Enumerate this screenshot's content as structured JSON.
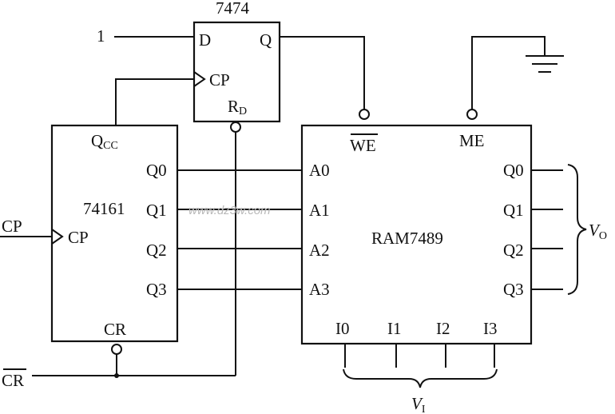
{
  "flipflop": {
    "part": "7474",
    "pin_d": "D",
    "pin_q": "Q",
    "pin_cp": "CP",
    "pin_rd": "R",
    "pin_rd_sub": "D"
  },
  "counter": {
    "part": "74161",
    "pin_qcc": "Q",
    "pin_qcc_sub": "CC",
    "pin_q0": "Q0",
    "pin_q1": "Q1",
    "pin_q2": "Q2",
    "pin_q3": "Q3",
    "pin_cp": "CP",
    "pin_cr": "CR"
  },
  "ram": {
    "part": "RAM7489",
    "pin_we": "WE",
    "pin_me": "ME",
    "pin_a0": "A0",
    "pin_a1": "A1",
    "pin_a2": "A2",
    "pin_a3": "A3",
    "pin_q0": "Q0",
    "pin_q1": "Q1",
    "pin_q2": "Q2",
    "pin_q3": "Q3",
    "pin_i0": "I0",
    "pin_i1": "I1",
    "pin_i2": "I2",
    "pin_i3": "I3"
  },
  "signals": {
    "logic_one": "1",
    "clock": "CP",
    "clear": "CR",
    "output_bus": "V",
    "output_bus_sub": "O",
    "input_bus": "V",
    "input_bus_sub": "I"
  },
  "watermark": "www.dz3w.com"
}
